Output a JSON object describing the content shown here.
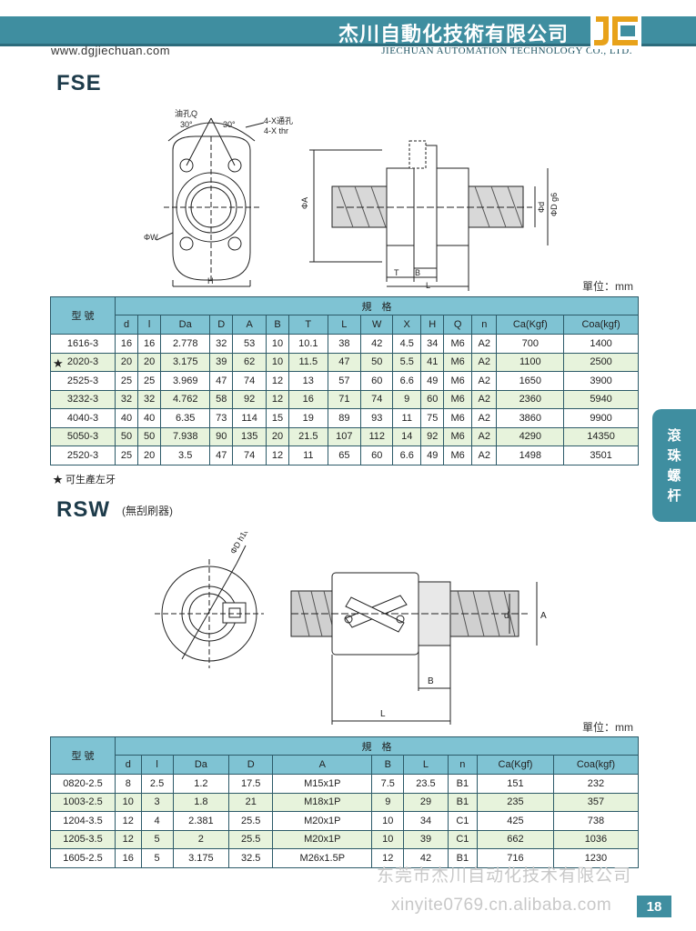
{
  "header": {
    "company_cn": "杰川自動化技術有限公司",
    "company_en": "JIECHUAN AUTOMATION TECHNOLOGY CO., LTD.",
    "website": "www.dgjiechuan.com",
    "brand_color": "#3f8ea0"
  },
  "fse": {
    "title": "FSE",
    "unit": "單位：mm",
    "drawing_labels": {
      "oil_hole": "油孔Q",
      "angle_left": "30°",
      "angle_right": "30°",
      "through_hole_cn": "4-X通孔",
      "through_hole_en": "4-X thr",
      "w": "ΦW",
      "h": "H",
      "a": "ΦA",
      "d": "Φd",
      "dg6": "ΦD g6",
      "t": "T",
      "b": "B",
      "l": "L"
    },
    "table": {
      "model_header": "型 號",
      "spec_header": "規　格",
      "columns": [
        "d",
        "l",
        "Da",
        "D",
        "A",
        "B",
        "T",
        "L",
        "W",
        "X",
        "H",
        "Q",
        "n",
        "Ca(Kgf)",
        "Coa(kgf)"
      ],
      "rows": [
        {
          "star": "",
          "model": "1616-3",
          "cells": [
            "16",
            "16",
            "2.778",
            "32",
            "53",
            "10",
            "10.1",
            "38",
            "42",
            "4.5",
            "34",
            "M6",
            "A2",
            "700",
            "1400"
          ]
        },
        {
          "star": "★",
          "model": "2020-3",
          "cells": [
            "20",
            "20",
            "3.175",
            "39",
            "62",
            "10",
            "11.5",
            "47",
            "50",
            "5.5",
            "41",
            "M6",
            "A2",
            "1100",
            "2500"
          ]
        },
        {
          "star": "",
          "model": "2525-3",
          "cells": [
            "25",
            "25",
            "3.969",
            "47",
            "74",
            "12",
            "13",
            "57",
            "60",
            "6.6",
            "49",
            "M6",
            "A2",
            "1650",
            "3900"
          ]
        },
        {
          "star": "",
          "model": "3232-3",
          "cells": [
            "32",
            "32",
            "4.762",
            "58",
            "92",
            "12",
            "16",
            "71",
            "74",
            "9",
            "60",
            "M6",
            "A2",
            "2360",
            "5940"
          ]
        },
        {
          "star": "",
          "model": "4040-3",
          "cells": [
            "40",
            "40",
            "6.35",
            "73",
            "114",
            "15",
            "19",
            "89",
            "93",
            "11",
            "75",
            "M6",
            "A2",
            "3860",
            "9900"
          ]
        },
        {
          "star": "",
          "model": "5050-3",
          "cells": [
            "50",
            "50",
            "7.938",
            "90",
            "135",
            "20",
            "21.5",
            "107",
            "112",
            "14",
            "92",
            "M6",
            "A2",
            "4290",
            "14350"
          ]
        },
        {
          "star": "",
          "model": "2520-3",
          "cells": [
            "25",
            "20",
            "3.5",
            "47",
            "74",
            "12",
            "11",
            "65",
            "60",
            "6.6",
            "49",
            "M6",
            "A2",
            "1498",
            "3501"
          ]
        }
      ]
    },
    "note": "★ 可生產左牙"
  },
  "side_tab": {
    "chars": [
      "滾",
      "珠",
      "螺",
      "杆"
    ]
  },
  "rsw": {
    "title": "RSW",
    "subtitle": "(無刮刷器)",
    "unit": "單位：mm",
    "drawing_labels": {
      "d_h10": "ΦD h10",
      "d": "d",
      "a": "A",
      "b": "B",
      "l": "L"
    },
    "table": {
      "model_header": "型 號",
      "spec_header": "規　格",
      "columns": [
        "d",
        "l",
        "Da",
        "D",
        "A",
        "B",
        "L",
        "n",
        "Ca(Kgf)",
        "Coa(kgf)"
      ],
      "rows": [
        {
          "model": "0820-2.5",
          "cells": [
            "8",
            "2.5",
            "1.2",
            "17.5",
            "M15x1P",
            "7.5",
            "23.5",
            "B1",
            "151",
            "232"
          ]
        },
        {
          "model": "1003-2.5",
          "cells": [
            "10",
            "3",
            "1.8",
            "21",
            "M18x1P",
            "9",
            "29",
            "B1",
            "235",
            "357"
          ]
        },
        {
          "model": "1204-3.5",
          "cells": [
            "12",
            "4",
            "2.381",
            "25.5",
            "M20x1P",
            "10",
            "34",
            "C1",
            "425",
            "738"
          ]
        },
        {
          "model": "1205-3.5",
          "cells": [
            "12",
            "5",
            "2",
            "25.5",
            "M20x1P",
            "10",
            "39",
            "C1",
            "662",
            "1036"
          ]
        },
        {
          "model": "1605-2.5",
          "cells": [
            "16",
            "5",
            "3.175",
            "32.5",
            "M26x1.5P",
            "12",
            "42",
            "B1",
            "716",
            "1230"
          ]
        }
      ]
    }
  },
  "footer": {
    "watermark_cn": "东莞市杰川自动化技术有限公司",
    "watermark_url": "xinyite0769.cn.alibaba.com",
    "page_number": "18"
  }
}
